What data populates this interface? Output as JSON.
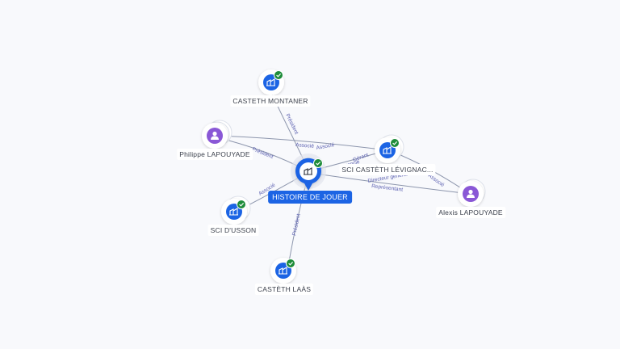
{
  "graph": {
    "center": {
      "label": "HISTOIRE DE JOUER",
      "icon": "building-icon",
      "verified": true
    },
    "companies": [
      {
        "label": "CASTETH MONTANER",
        "icon": "building-icon",
        "verified": true
      },
      {
        "label": "SCI CASTÈTH LÉVIGNAC...",
        "icon": "building-icon",
        "verified": true
      },
      {
        "label": "SCI D'USSON",
        "icon": "building-icon",
        "verified": true
      },
      {
        "label": "CASTÈTH LAÀS",
        "icon": "building-icon",
        "verified": true
      }
    ],
    "persons": [
      {
        "label": "Philippe LAPOUYADE",
        "icon": "person-icon"
      },
      {
        "label": "Alexis LAPOUYADE",
        "icon": "person-icon"
      }
    ],
    "edge_labels": [
      "Président",
      "Associé",
      "Président",
      "Associé",
      "Président",
      "Gérant",
      "Associé",
      "Directeur général",
      "Représentant",
      "Associé",
      "Associé"
    ]
  },
  "colors": {
    "background": "#f8f9fc",
    "company": "#1c64e4",
    "person": "#8a58d6",
    "verified": "#1e8c3a",
    "edge": "#8c95ac",
    "edge_label": "#5a5fb0"
  }
}
